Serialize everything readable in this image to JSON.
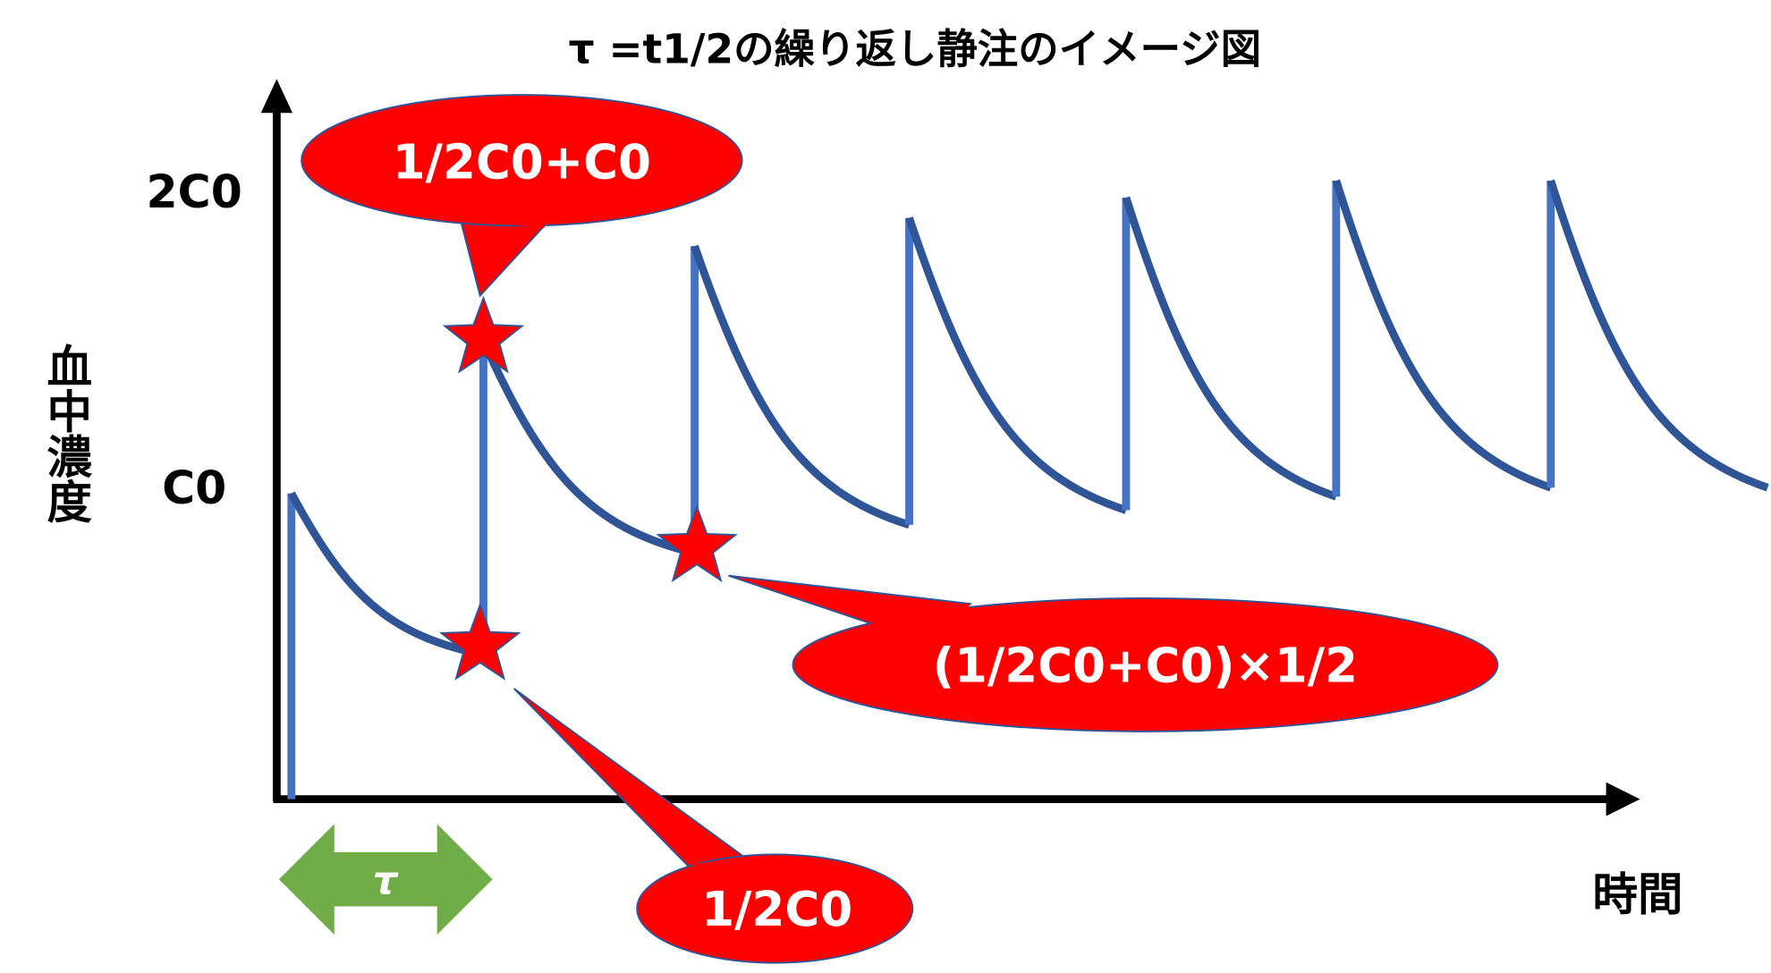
{
  "title": "τ =t1/2の繰り返し静注のイメージ図",
  "y_axis": {
    "label": "血中濃度",
    "ticks": [
      "2C0",
      "C0"
    ]
  },
  "x_axis": {
    "label": "時間"
  },
  "interval": {
    "label": "τ",
    "color": "#70AD47"
  },
  "callouts": {
    "peak_second": "1/2C0+C0",
    "trough_second": "(1/2C0+C0)×1/2",
    "trough_first": "1/2C0"
  },
  "colors": {
    "curve": "#2F5597",
    "dose_line": "#4472C4",
    "callout": "#FF0000",
    "star": "#FF0000"
  }
}
